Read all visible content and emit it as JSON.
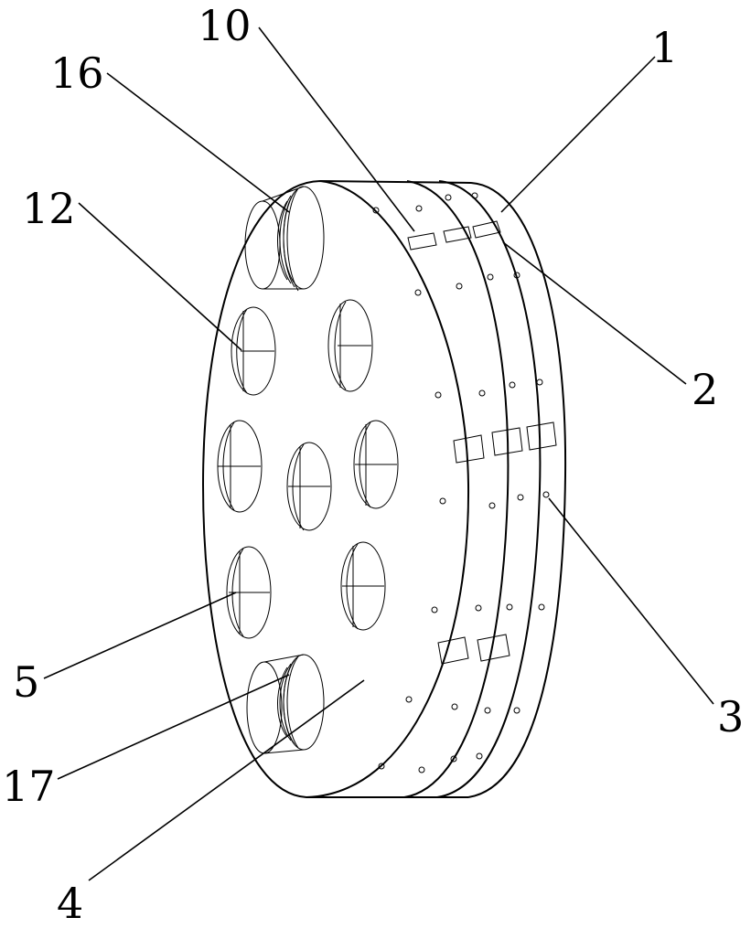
{
  "labels": {
    "l1": "1",
    "l2": "2",
    "l3": "3",
    "l4": "4",
    "l5": "5",
    "l10": "10",
    "l12": "12",
    "l16": "16",
    "l17": "17"
  }
}
